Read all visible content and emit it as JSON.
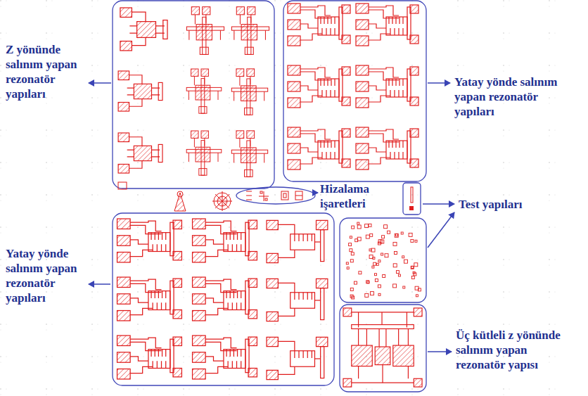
{
  "diagram": {
    "labels": [
      "Z yönünde salınım yapan rezonatör yapıları",
      "Yatay yönde salınım yapan rezonatör yapıları",
      "Yatay yönde salınım yapan rezonatör yapıları",
      "Hizalama işaretleri",
      "Test yapıları",
      "Üç kütleli z yönünde salınım yapan rezonatör yapısı"
    ]
  }
}
